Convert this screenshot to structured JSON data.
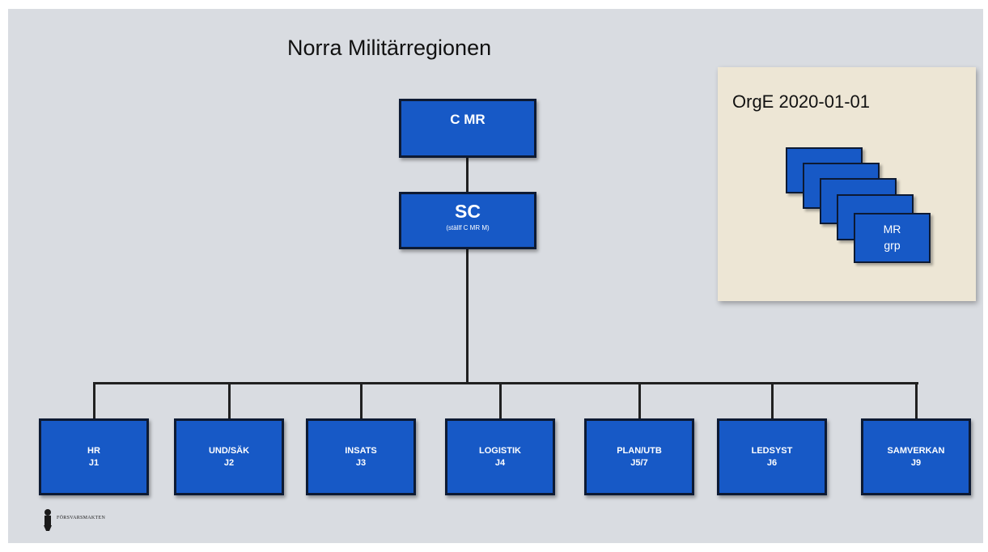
{
  "title": "Norra Militärregionen",
  "top_box": {
    "label": "C MR"
  },
  "sc_box": {
    "label": "SC",
    "sublabel": "(ställf C MR M)"
  },
  "departments": [
    {
      "name": "HR",
      "code": "J1"
    },
    {
      "name": "UND/SÄK",
      "code": "J2"
    },
    {
      "name": "INSATS",
      "code": "J3"
    },
    {
      "name": "LOGISTIK",
      "code": "J4"
    },
    {
      "name": "PLAN/UTB",
      "code": "J5/7"
    },
    {
      "name": "LEDSYST",
      "code": "J6"
    },
    {
      "name": "SAMVERKAN",
      "code": "J9"
    }
  ],
  "legend": {
    "title": "OrgE 2020-01-01",
    "front_label_1": "MR",
    "front_label_2": "grp",
    "stack_count": 5
  },
  "logo": {
    "text": "FÖRSVARSMAKTEN"
  },
  "colors": {
    "box_fill": "#1759c6",
    "box_border": "#0d1a33",
    "background": "#d9dce1",
    "legend_bg": "#ede6d5"
  }
}
